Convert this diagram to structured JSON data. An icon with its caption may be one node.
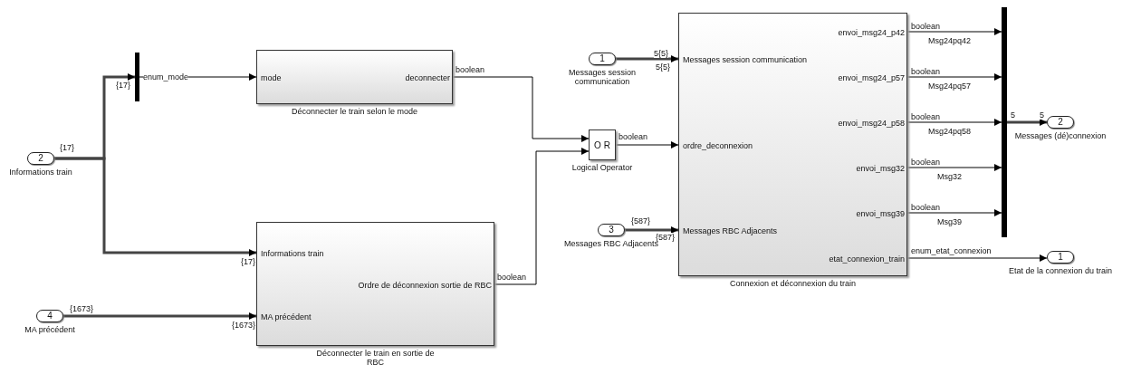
{
  "diagram": {
    "nodes": [
      {
        "text": [
          "2"
        ],
        "beside": [
          "Informations train"
        ]
      },
      {
        "text": [],
        "shape": "bar"
      },
      {
        "text": [
          "mode",
          "deconnecter"
        ],
        "beside": [
          "Déconnecter le train selon le mode"
        ]
      },
      {
        "text": [
          "Informations train",
          "MA précédent",
          "Ordre de déconnexion sortie de RBC"
        ],
        "beside": [
          "Déconnecter le train en sortie de RBC"
        ]
      },
      {
        "text": [
          "4"
        ],
        "beside": [
          "MA précédent"
        ]
      },
      {
        "text": [
          "O R"
        ],
        "beside": [
          "Logical Operator"
        ]
      },
      {
        "text": [
          "1"
        ],
        "beside": [
          "Messages session communication"
        ]
      },
      {
        "text": [
          "3"
        ],
        "beside": [
          "Messages RBC Adjacents"
        ]
      },
      {
        "text": [
          "Messages session communication",
          "ordre_deconnexion",
          "Messages RBC Adjacents",
          "envoi_msg24_p42",
          "envoi_msg24_p57",
          "envoi_msg24_p58",
          "envoi_msg32",
          "envoi_msg39",
          "etat_connexion_train"
        ],
        "beside": [
          "Connexion et déconnexion du train"
        ]
      },
      {
        "text": [],
        "shape": "bar"
      },
      {
        "text": [
          "2"
        ],
        "beside": [
          "Messages (dé)connexion"
        ]
      },
      {
        "text": [
          "1"
        ],
        "beside": [
          "Etat de la connexion du train"
        ]
      }
    ],
    "edges": [
      {
        "from": 0,
        "to": 1,
        "arrow": "to",
        "label": "{17}",
        "style": "thick"
      },
      {
        "from": 0,
        "to": 3,
        "arrow": "to",
        "label": "{17}",
        "style": "thick"
      },
      {
        "from": 1,
        "to": 2,
        "arrow": "to",
        "label": "enum_mode"
      },
      {
        "from": 2,
        "to": 5,
        "arrow": "to",
        "label": "boolean"
      },
      {
        "from": 3,
        "to": 5,
        "arrow": "to",
        "label": "boolean"
      },
      {
        "from": 4,
        "to": 3,
        "arrow": "to",
        "label": "{1673}",
        "style": "thick"
      },
      {
        "from": 6,
        "to": 8,
        "arrow": "to",
        "label": "5{5}",
        "style": "thick"
      },
      {
        "from": 5,
        "to": 8,
        "arrow": "to",
        "label": "boolean"
      },
      {
        "from": 7,
        "to": 8,
        "arrow": "to",
        "label": "{587}",
        "style": "thick"
      },
      {
        "from": 8,
        "to": 9,
        "arrow": "to",
        "label": "Msg24pq42"
      },
      {
        "from": 8,
        "to": 9,
        "arrow": "to",
        "label": "Msg24pq57"
      },
      {
        "from": 8,
        "to": 9,
        "arrow": "to",
        "label": "Msg24pq58"
      },
      {
        "from": 8,
        "to": 9,
        "arrow": "to",
        "label": "Msg32"
      },
      {
        "from": 8,
        "to": 9,
        "arrow": "to",
        "label": "Msg39"
      },
      {
        "from": 9,
        "to": 10,
        "arrow": "to",
        "label": "5",
        "style": "thick"
      },
      {
        "from": 8,
        "to": 11,
        "arrow": "to",
        "label": "enum_etat_connexion"
      }
    ],
    "labels": [
      "{17}",
      "{1673}",
      "5{5}",
      "{587}",
      "boolean",
      "boolean",
      "boolean",
      "boolean",
      "boolean",
      "5"
    ]
  }
}
